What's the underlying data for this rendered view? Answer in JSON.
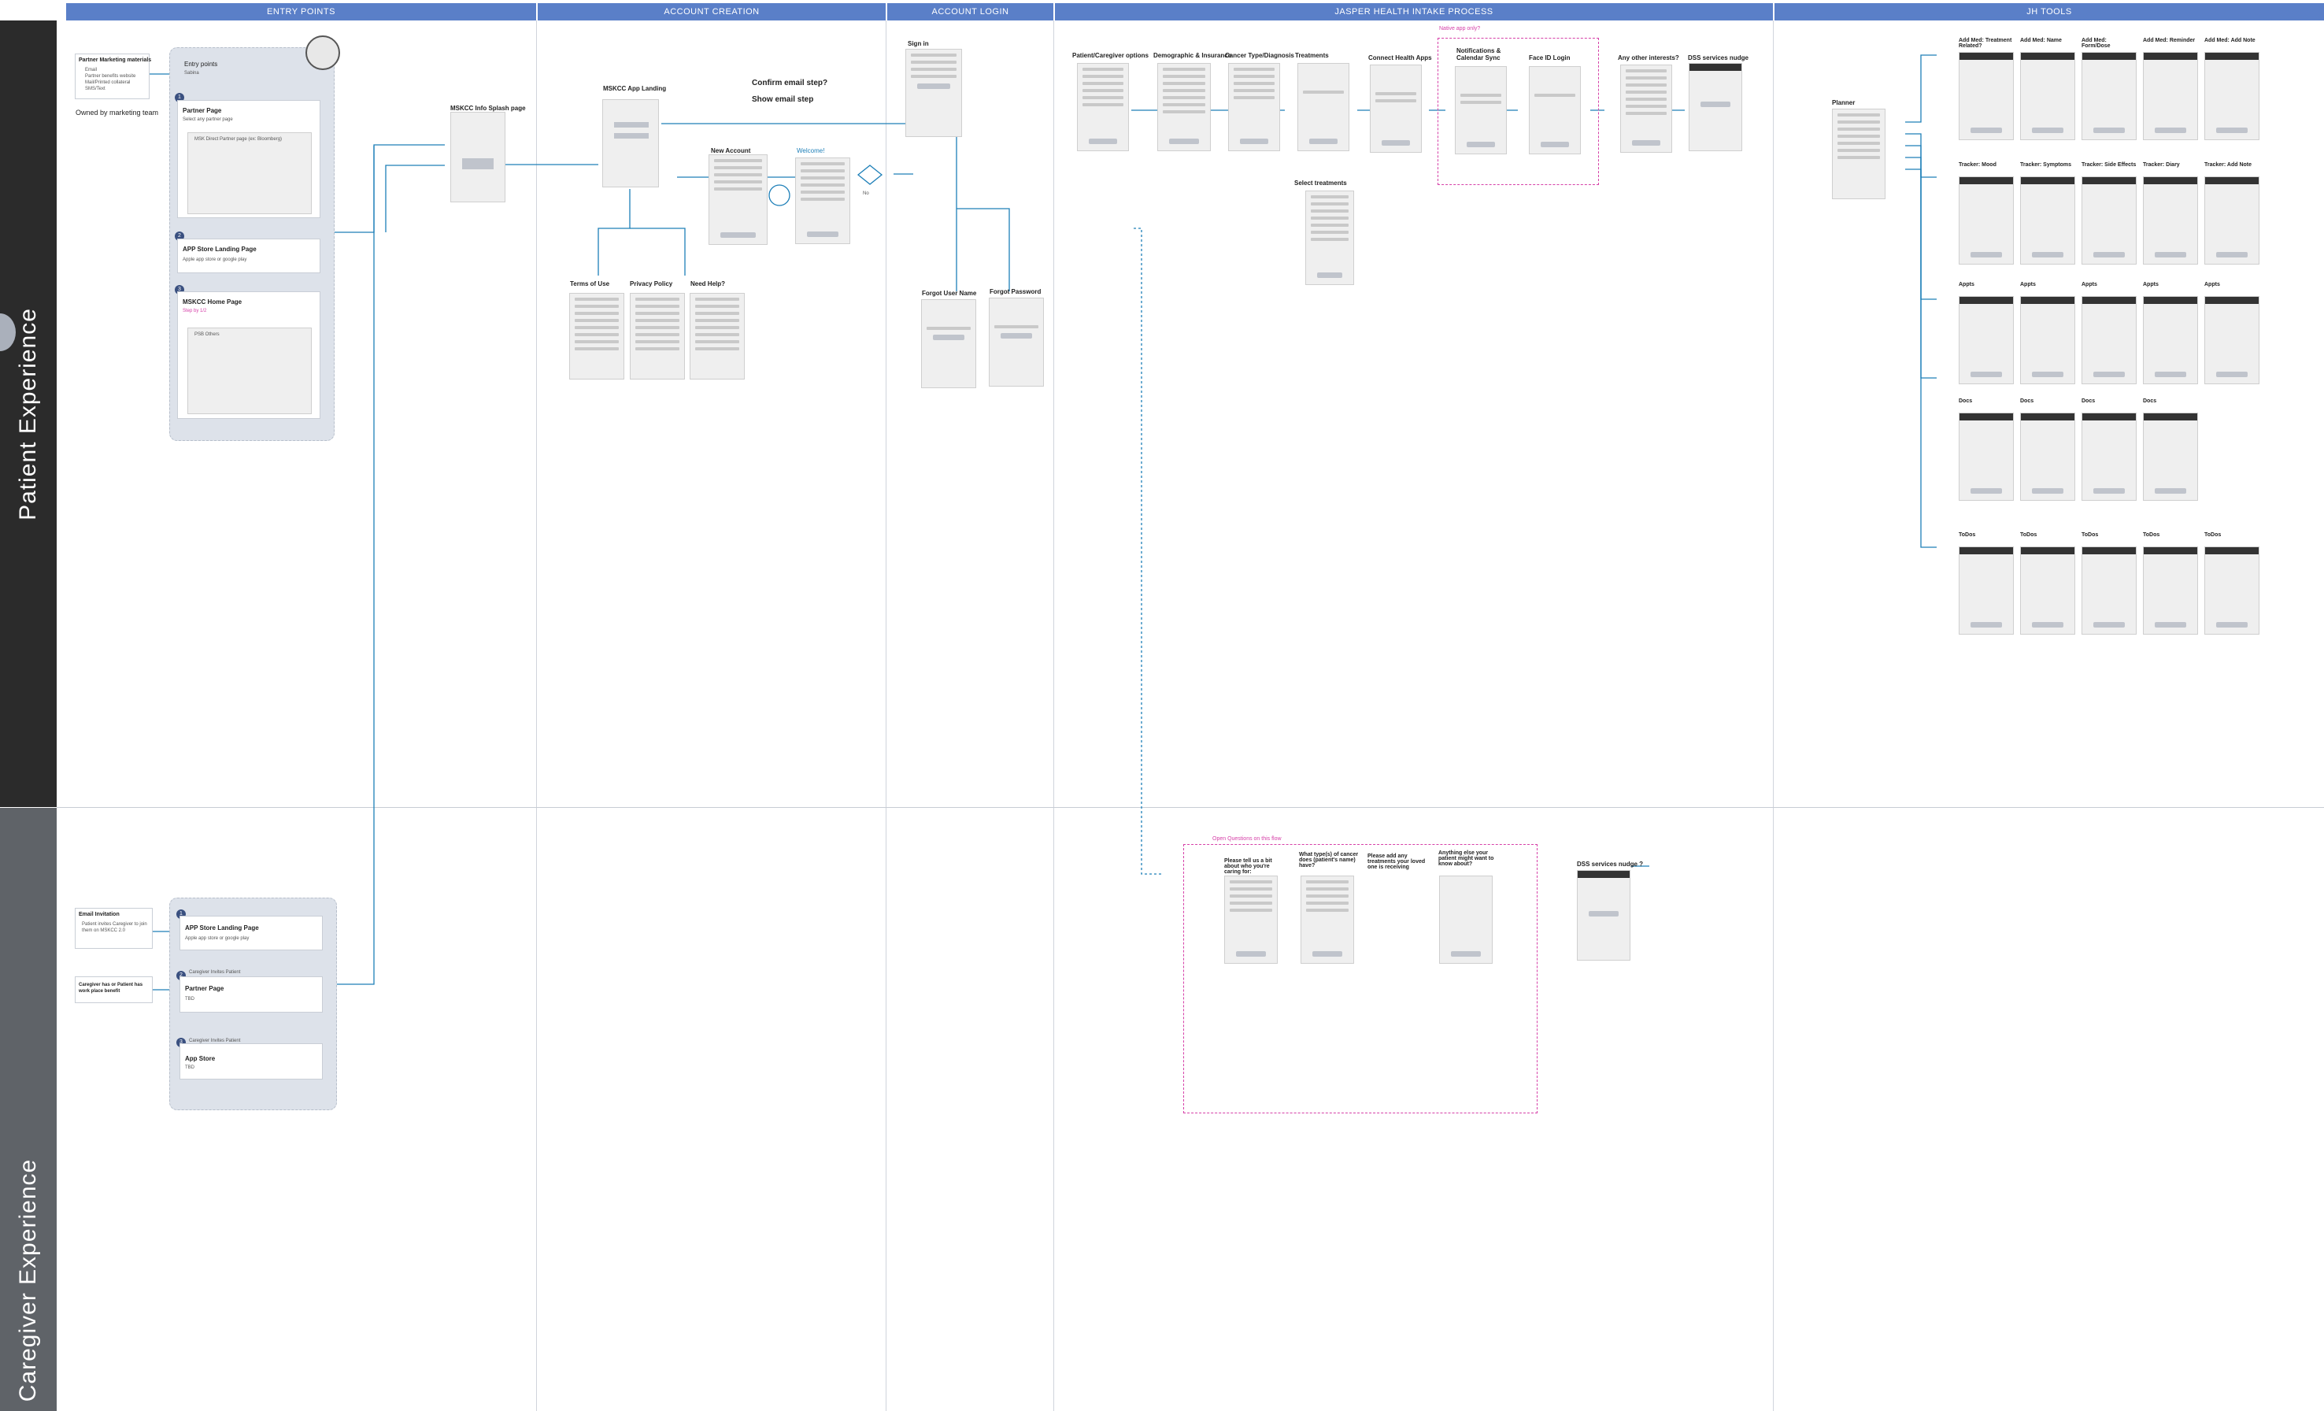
{
  "lanes": [
    {
      "label": "Patient Experience"
    },
    {
      "label": "Caregiver  Experience"
    }
  ],
  "columns": [
    {
      "label": "ENTRY POINTS"
    },
    {
      "label": "ACCOUNT CREATION"
    },
    {
      "label": "ACCOUNT LOGIN"
    },
    {
      "label": "JASPER HEALTH INTAKE PROCESS"
    },
    {
      "label": "JH TOOLS"
    }
  ],
  "entry": {
    "marketing_title": "Partner Marketing materials",
    "marketing_items": [
      "Email",
      "Partner benefits website",
      "Mail/Printed collateral",
      "SMS/Text"
    ],
    "marketing_owner": "Owned by marketing team",
    "panel_title": "Entry points",
    "panel_sub": "Sabina",
    "partner_page": "Partner Page",
    "partner_sub": "Select any partner page",
    "partner_inner": "MSK Direct Partner page (ex: Bloomberg)",
    "app_store": "APP Store Landing Page",
    "app_store_sub": "Apple app store or google play",
    "home_page": "MSKCC Home Page",
    "home_sub": "Step by 1/2",
    "home_inner": "PSB Others",
    "badges": [
      "1",
      "2",
      "3"
    ]
  },
  "caregiver_entry": {
    "email_title": "Email Invitation",
    "email_body": "Patient invites Caregiver to join them on MSKCC 2.0",
    "benefit": "Caregiver has or Patient has work place benefit",
    "app_store": "APP Store Landing Page",
    "app_store_sub": "Apple app store or google play",
    "partner_page": "Partner Page",
    "partner_sub": "TBD",
    "app_store2": "App Store",
    "app_store2_sub": "TBD",
    "invite_note": "Caregiver Invites Patient"
  },
  "account_creation": {
    "splash": "MSKCC Info Splash page",
    "landing": "MSKCC App Landing",
    "new_account": "New Account",
    "welcome": "Welcome!",
    "terms": "Terms of Use",
    "privacy": "Privacy Policy",
    "help": "Need Help?",
    "confirm_email": "Confirm email step?",
    "show_email": "Show email step",
    "no": "No"
  },
  "login": {
    "sign_in": "Sign in",
    "forgot_user": "Forgot User Name",
    "forgot_password": "Forgot Password"
  },
  "intake": {
    "options": "Patient/Caregiver options",
    "demographic": "Demographic & Insurance",
    "diagnosis": "Cancer Type/Diagnosis",
    "treatments": "Treatments",
    "health_apps": "Connect Health Apps",
    "notifications": "Notifications & Calendar Sync",
    "face_id": "Face ID Login",
    "interests": "Any other interests?",
    "nudge": "DSS services nudge",
    "select_treatments": "Select treatments",
    "nudge2": "DSS services nudge ?",
    "native_label": "Native app only?",
    "open_q_label": "Open Questions on this flow",
    "q1": "Please tell us a bit about who you're caring for:",
    "q2": "What type(s) of cancer does (patient's name) have?",
    "q3": "Please add any treatments your loved one is receiving",
    "q4": "Anything else your patient might want to know about?"
  },
  "tools": {
    "planner": "Planner",
    "rows": [
      [
        "Add Med: Treatment Related?",
        "Add Med: Name",
        "Add Med: Form/Dose",
        "Add Med: Reminder",
        "Add Med: Add Note"
      ],
      [
        "Tracker: Mood",
        "Tracker: Symptoms",
        "Tracker: Side Effects",
        "Tracker: Diary",
        "Tracker: Add Note"
      ],
      [
        "Appts",
        "Appts",
        "Appts",
        "Appts",
        "Appts"
      ],
      [
        "Docs",
        "Docs",
        "Docs",
        "Docs"
      ],
      [
        "ToDos",
        "ToDos",
        "ToDos",
        "ToDos",
        "ToDos"
      ]
    ]
  },
  "colors": {
    "header": "#5a7fc8",
    "connector": "#1d7fb8",
    "highlight": "#d640a8",
    "patient_lane": "#2b2b2b",
    "caregiver_lane": "#5f6368"
  }
}
